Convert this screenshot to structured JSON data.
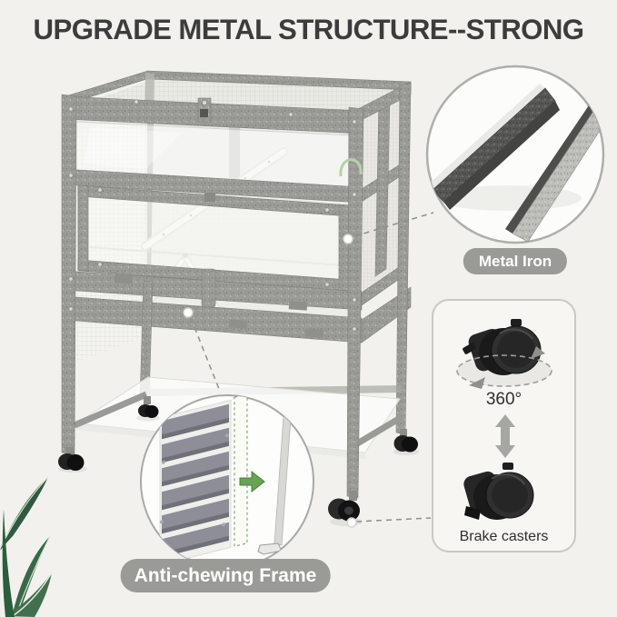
{
  "title": "UPGRADE METAL STRUCTURE--STRONG",
  "callouts": {
    "metal_iron": {
      "label": "Metal Iron"
    },
    "anti_chewing": {
      "label": "Anti-chewing Frame"
    },
    "casters": {
      "rotation": "360°",
      "brake": "Brake casters"
    }
  },
  "palette": {
    "background": "#f2f1ed",
    "title_text": "#3c3c3c",
    "pill_background": "#9a9a97",
    "pill_text": "#ffffff",
    "frame_gray": "#9b9b97",
    "connector_gray": "#8f8f8b",
    "accent_green": "#66a352",
    "caster_black": "#262626",
    "plant_green": "#38684b"
  }
}
